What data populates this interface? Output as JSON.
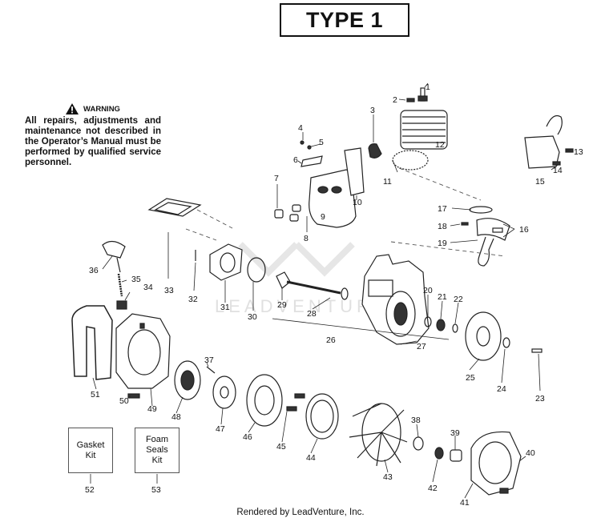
{
  "title": "TYPE 1",
  "warning": {
    "heading": "WARNING",
    "text": "All repairs, adjustments and maintenance not described in the Operator’s Manual must be performed by qualified service personnel."
  },
  "kits": [
    {
      "number": "52",
      "label": "Gasket\nKit"
    },
    {
      "number": "53",
      "label": "Foam\nSeals\nKit"
    }
  ],
  "watermark": "LEADVENTURE",
  "footer": "Rendered by LeadVenture, Inc.",
  "callouts": [
    "1",
    "2",
    "3",
    "4",
    "5",
    "6",
    "7",
    "8",
    "9",
    "10",
    "11",
    "12",
    "13",
    "14",
    "15",
    "16",
    "17",
    "18",
    "19",
    "20",
    "21",
    "22",
    "23",
    "24",
    "25",
    "26",
    "27",
    "28",
    "29",
    "30",
    "31",
    "32",
    "33",
    "34",
    "35",
    "36",
    "37",
    "38",
    "39",
    "40",
    "41",
    "42",
    "43",
    "44",
    "45",
    "46",
    "47",
    "48",
    "49",
    "50",
    "51"
  ]
}
